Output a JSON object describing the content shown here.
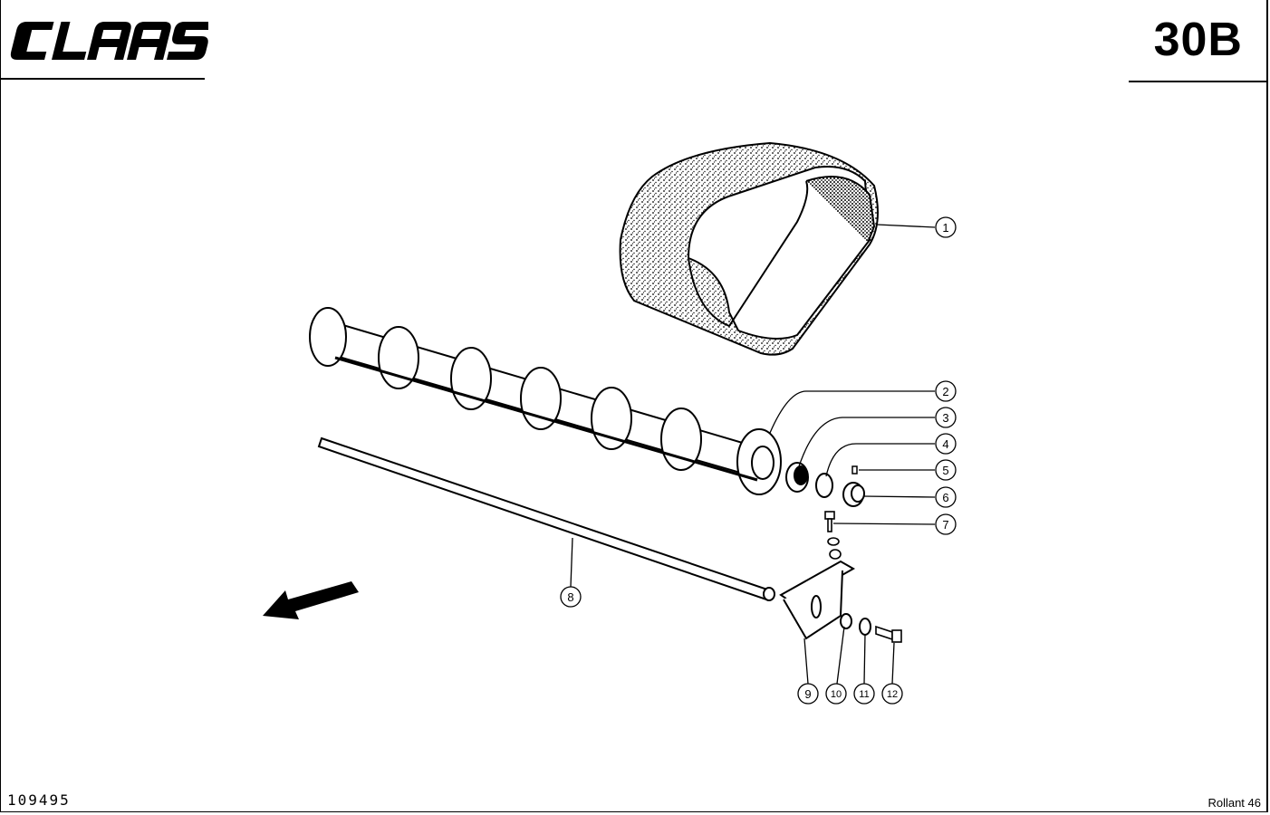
{
  "header": {
    "brand": "CLAAS",
    "page_code": "30B"
  },
  "footer": {
    "document_number": "109495",
    "model": "Rollant 46"
  },
  "callouts": [
    {
      "label": "1",
      "part": "belt"
    },
    {
      "label": "2",
      "part": "roller-shaft"
    },
    {
      "label": "3",
      "part": "bearing"
    },
    {
      "label": "4",
      "part": "ring"
    },
    {
      "label": "5",
      "part": "grease-nipple"
    },
    {
      "label": "6",
      "part": "bearing-housing"
    },
    {
      "label": "7",
      "part": "bolt"
    },
    {
      "label": "8",
      "part": "rod"
    },
    {
      "label": "9",
      "part": "bracket"
    },
    {
      "label": "10",
      "part": "washer"
    },
    {
      "label": "11",
      "part": "washer"
    },
    {
      "label": "12",
      "part": "bolt"
    }
  ],
  "direction_arrow": "arrow-icon"
}
